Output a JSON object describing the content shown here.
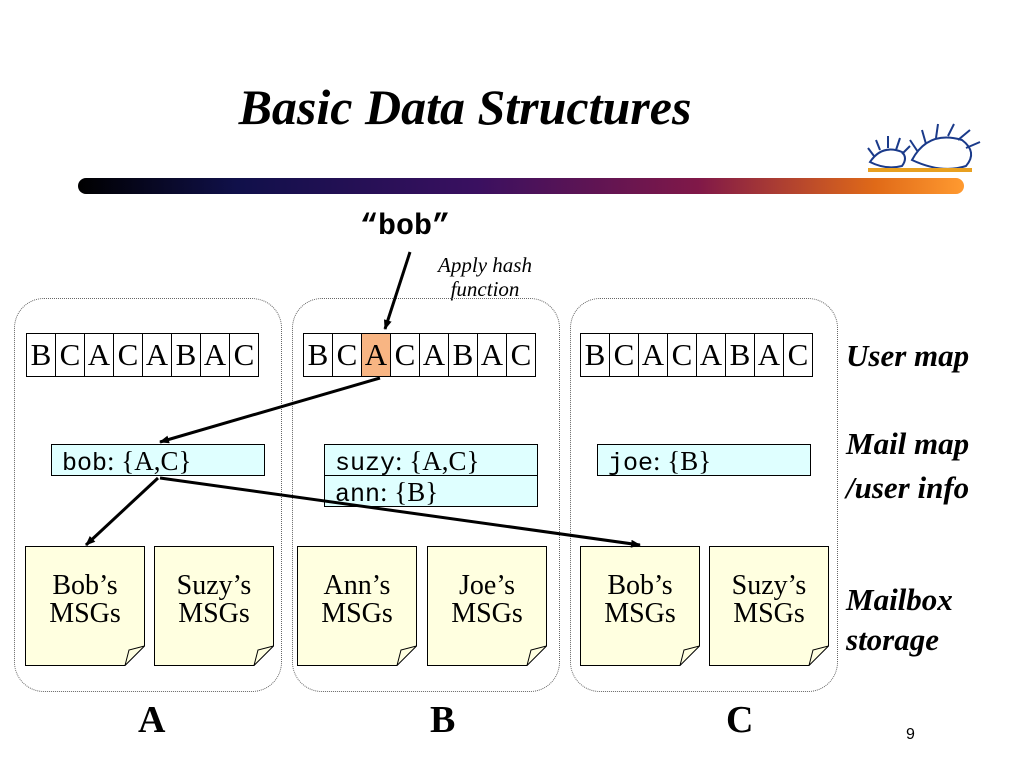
{
  "title": "Basic Data Structures",
  "query": "“bob”",
  "hash_note": "Apply hash function",
  "row_labels": {
    "user_map": "User map",
    "mail_map_1": "Mail map",
    "mail_map_2": "/user info",
    "mailbox_1": "Mailbox",
    "mailbox_2": "storage"
  },
  "user_map_cells": [
    "B",
    "C",
    "A",
    "C",
    "A",
    "B",
    "A",
    "C"
  ],
  "servers": [
    {
      "label": "A",
      "mail_map": [
        {
          "name": "bob",
          "sep": ": ",
          "set": "{A,C}"
        }
      ],
      "mailboxes": [
        {
          "line1": "Bob’s",
          "line2": "MSGs"
        },
        {
          "line1": "Suzy’s",
          "line2": "MSGs"
        }
      ]
    },
    {
      "label": "B",
      "mail_map": [
        {
          "name": "suzy",
          "sep": ": ",
          "set": "{A,C}"
        },
        {
          "name": "ann",
          "sep": ": ",
          "set": "{B}"
        }
      ],
      "mailboxes": [
        {
          "line1": "Ann’s",
          "line2": "MSGs"
        },
        {
          "line1": "Joe’s",
          "line2": "MSGs"
        }
      ]
    },
    {
      "label": "C",
      "mail_map": [
        {
          "name": "joe",
          "sep": ": ",
          "set": "{B}"
        }
      ],
      "mailboxes": [
        {
          "line1": "Bob’s",
          "line2": "MSGs"
        },
        {
          "line1": "Suzy’s",
          "line2": "MSGs"
        }
      ]
    }
  ],
  "highlight": {
    "server": 1,
    "cell": 2,
    "color": "#f8b583"
  },
  "colors": {
    "mail_map_fill": "#dfffff",
    "mailbox_fill": "#ffffe0"
  },
  "page_number": "9"
}
